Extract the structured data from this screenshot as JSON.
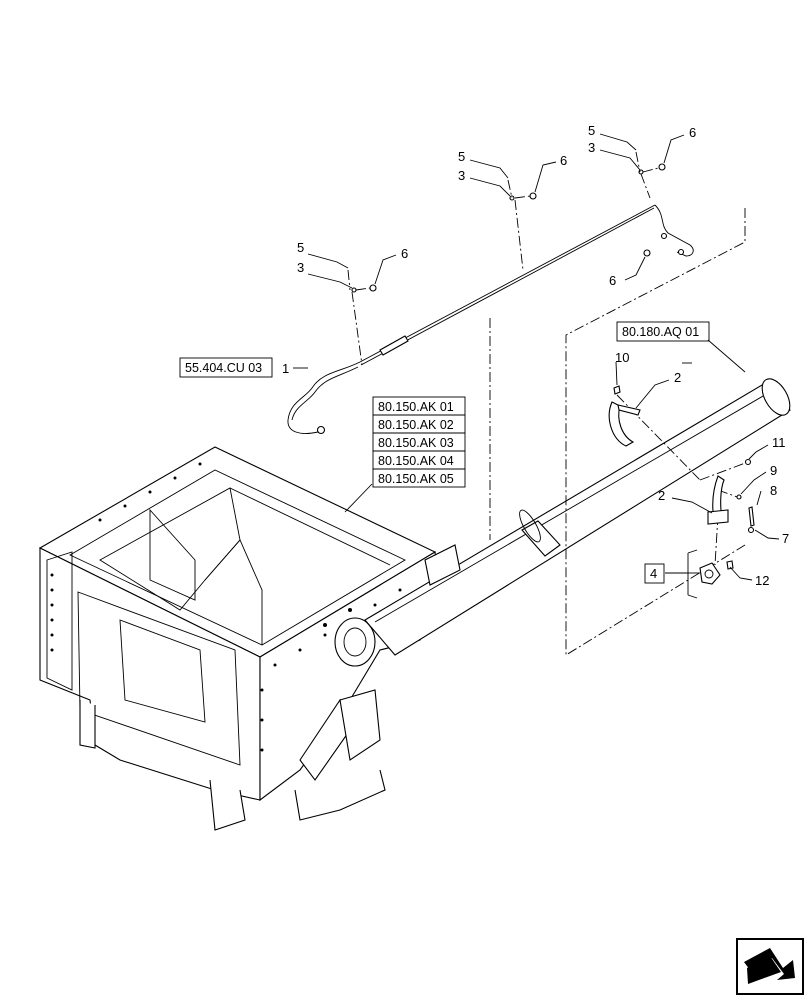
{
  "callouts": {
    "c1": "1",
    "c2a": "2",
    "c2b": "2",
    "c3a": "3",
    "c3b": "3",
    "c3c": "3",
    "c4": "4",
    "c5a": "5",
    "c5b": "5",
    "c5c": "5",
    "c6a": "6",
    "c6b": "6",
    "c6c": "6",
    "c6d": "6",
    "c7": "7",
    "c8": "8",
    "c9": "9",
    "c10": "10",
    "c11": "11",
    "c12": "12"
  },
  "references": {
    "harness": "55.404.CU 03",
    "auger_tube": "80.180.AQ 01",
    "tank_list": [
      "80.150.AK 01",
      "80.150.AK 02",
      "80.150.AK 03",
      "80.150.AK 04",
      "80.150.AK 05"
    ]
  },
  "icons": {
    "nav": "next-page-arrow-icon"
  }
}
